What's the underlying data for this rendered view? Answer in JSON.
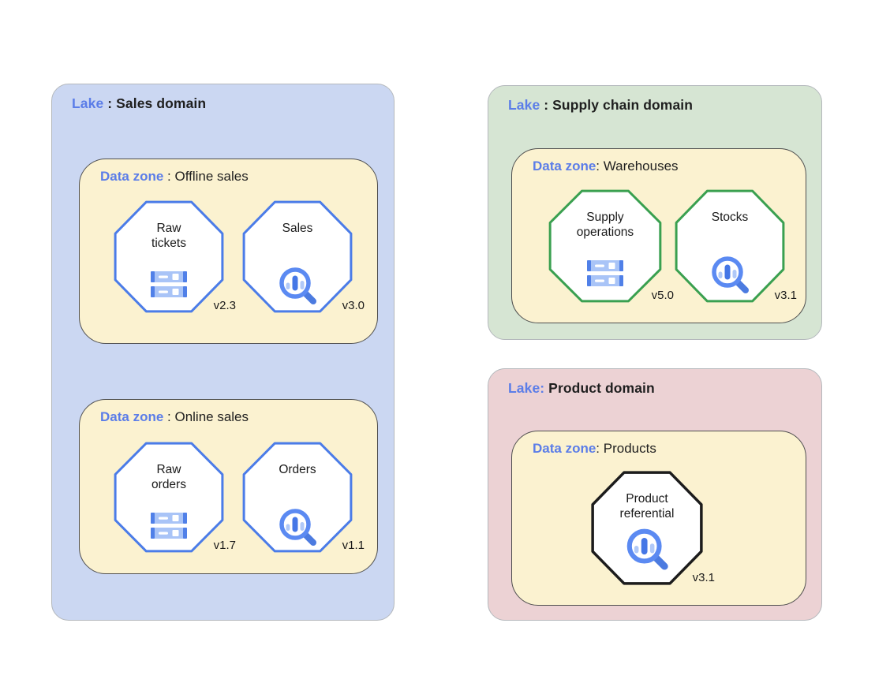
{
  "colors": {
    "label-blue": "#5b7de8",
    "title-black": "#1f1f1f",
    "sales-lake-bg": "#cbd7f2",
    "supply-lake-bg": "#d6e5d3",
    "product-lake-bg": "#ecd2d4",
    "lake-border": "#b4b8bc",
    "zone-bg": "#fbf2d0",
    "zone-border": "#4f4f4f",
    "octagon-blue": "#4b7ce8",
    "octagon-green": "#3aa050",
    "octagon-black": "#1c1c1c",
    "icon-dark-blue": "#5080e8",
    "icon-mid-blue": "#5b8af2",
    "icon-light-blue": "#a9c4f7"
  },
  "lakes": {
    "sales": {
      "title_prefix": "Lake",
      "title_rest": " : Sales domain",
      "zones": {
        "offline": {
          "title_prefix": "Data zone",
          "title_rest": " : Offline sales",
          "nodes": {
            "raw_tickets": {
              "label": "Raw tickets",
              "icon": "storage-icon",
              "version": "v2.3"
            },
            "sales": {
              "label": "Sales",
              "icon": "search-analytics-icon",
              "version": "v3.0"
            }
          }
        },
        "online": {
          "title_prefix": "Data zone",
          "title_rest": " : Online sales",
          "nodes": {
            "raw_orders": {
              "label": "Raw orders",
              "icon": "storage-icon",
              "version": "v1.7"
            },
            "orders": {
              "label": "Orders",
              "icon": "search-analytics-icon",
              "version": "v1.1"
            }
          }
        }
      }
    },
    "supply_chain": {
      "title_prefix": "Lake",
      "title_rest": " : Supply chain domain",
      "zones": {
        "warehouses": {
          "title_prefix": "Data zone",
          "title_rest": ": Warehouses",
          "nodes": {
            "supply_operations": {
              "label": "Supply operations",
              "icon": "storage-icon",
              "version": "v5.0"
            },
            "stocks": {
              "label": "Stocks",
              "icon": "search-analytics-icon",
              "version": "v3.1"
            }
          }
        }
      }
    },
    "product": {
      "title_prefix": "Lake:",
      "title_rest": " Product domain",
      "zones": {
        "products": {
          "title_prefix": "Data zone",
          "title_rest": ": Products",
          "nodes": {
            "product_referential": {
              "label": "Product referential",
              "icon": "search-analytics-icon",
              "version": "v3.1"
            }
          }
        }
      }
    }
  }
}
